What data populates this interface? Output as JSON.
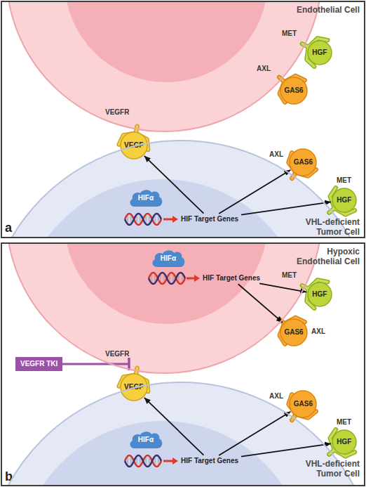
{
  "diagram": {
    "nodes": [
      {
        "text": [
          "a"
        ]
      },
      {
        "text": [
          "Endothelial Cell"
        ],
        "in": 0
      },
      {
        "text": [
          "HGF"
        ],
        "in": 0
      },
      {
        "text": [
          "GAS6"
        ],
        "in": 0
      },
      {
        "text": [
          "VEGF"
        ],
        "in": 0
      },
      {
        "text": [
          "VHL-deficient Tumor Cell"
        ],
        "in": 0
      },
      {
        "text": [
          "HIFα"
        ],
        "in": 5
      },
      {
        "text": [
          "HIF Target Genes"
        ],
        "in": 5
      },
      {
        "text": [
          "GAS6"
        ],
        "in": 0
      },
      {
        "text": [
          "HGF"
        ],
        "in": 0
      },
      {
        "text": [
          "b"
        ]
      },
      {
        "text": [
          "Hypoxic Endothelial Cell"
        ],
        "in": 10
      },
      {
        "text": [
          "HIFα"
        ],
        "in": 11
      },
      {
        "text": [
          "HIF Target Genes"
        ],
        "in": 11
      },
      {
        "text": [
          "HGF"
        ],
        "in": 10
      },
      {
        "text": [
          "GAS6"
        ],
        "in": 10
      },
      {
        "text": [
          "VEGFR TKI"
        ],
        "in": 10
      },
      {
        "text": [
          "VEGF"
        ],
        "in": 10
      },
      {
        "text": [
          "VHL-deficient Tumor Cell"
        ],
        "in": 10
      },
      {
        "text": [
          "HIFα"
        ],
        "in": 18
      },
      {
        "text": [
          "HIF Target Genes"
        ],
        "in": 18
      },
      {
        "text": [
          "GAS6"
        ],
        "in": 10
      },
      {
        "text": [
          "HGF"
        ],
        "in": 10
      }
    ],
    "edges": [
      {
        "from": 7,
        "to": 4,
        "arrow": "to"
      },
      {
        "from": 7,
        "to": 8,
        "arrow": "to"
      },
      {
        "from": 7,
        "to": 9,
        "arrow": "to"
      },
      {
        "from": 13,
        "to": 14,
        "arrow": "to"
      },
      {
        "from": 13,
        "to": 15,
        "arrow": "to"
      },
      {
        "from": 20,
        "to": 17,
        "arrow": "to"
      },
      {
        "from": 20,
        "to": 21,
        "arrow": "to"
      },
      {
        "from": 20,
        "to": 22,
        "arrow": "to"
      }
    ],
    "labels": [
      "MET",
      "AXL",
      "VEGFR",
      "AXL",
      "MET",
      "MET",
      "AXL",
      "VEGFR",
      "AXL",
      "MET"
    ]
  }
}
